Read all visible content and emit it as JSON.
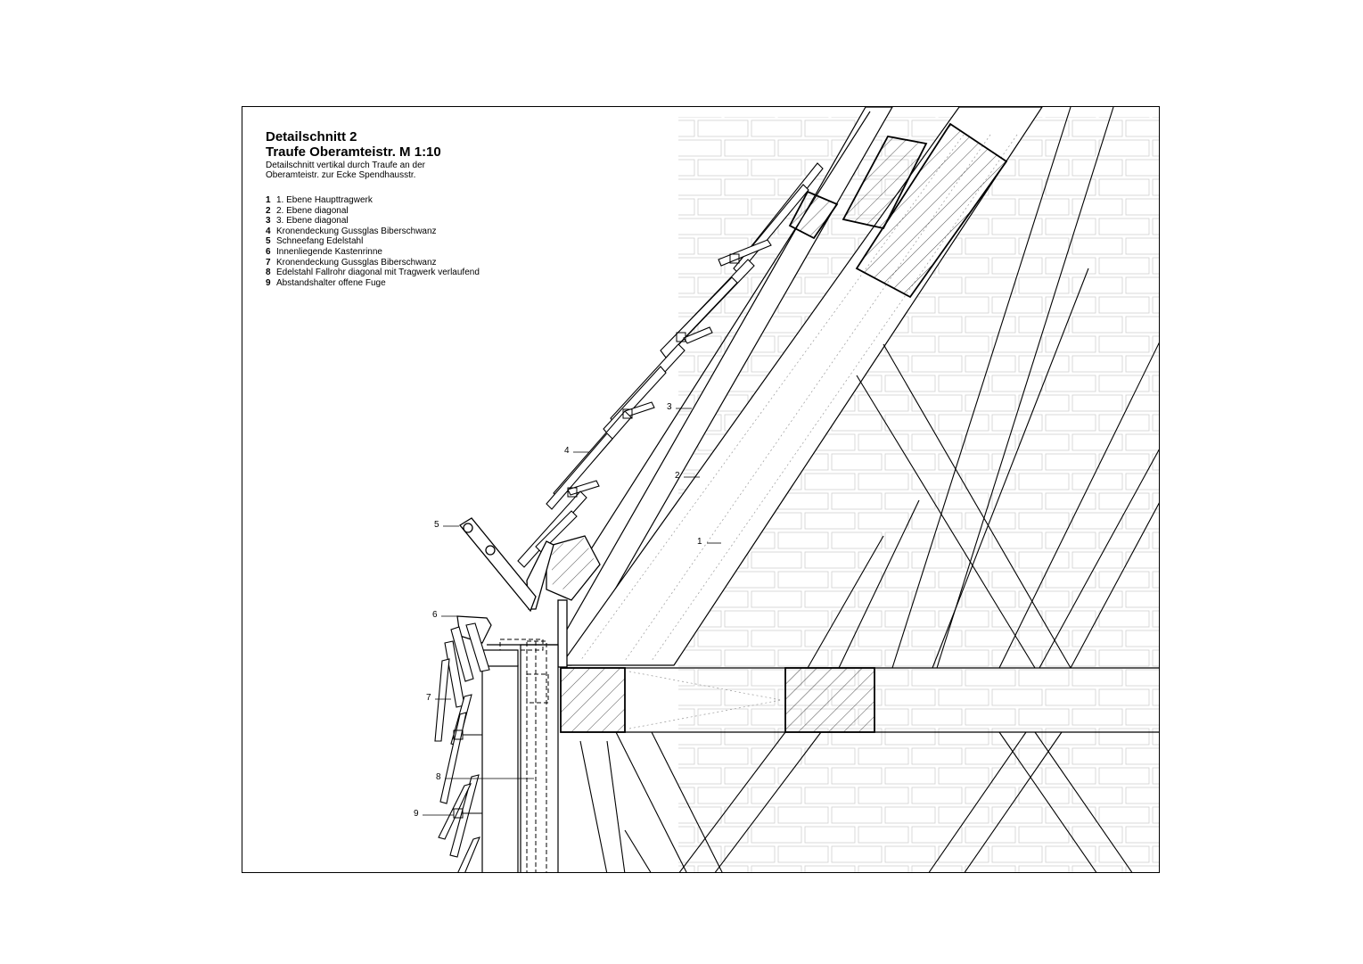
{
  "header": {
    "title": "Detailschnitt 2",
    "subtitle": "Traufe Oberamteistr. M 1:10",
    "description_line1": "Detailschnitt vertikal durch Traufe an der",
    "description_line2": "Oberamteistr. zur Ecke Spendhausstr."
  },
  "legend": [
    {
      "num": "1",
      "label": "1. Ebene Haupttragwerk"
    },
    {
      "num": "2",
      "label": "2. Ebene diagonal"
    },
    {
      "num": "3",
      "label": "3. Ebene diagonal"
    },
    {
      "num": "4",
      "label": "Kronendeckung Gussglas Biberschwanz"
    },
    {
      "num": "5",
      "label": "Schneefang Edelstahl"
    },
    {
      "num": "6",
      "label": "Innenliegende Kastenrinne"
    },
    {
      "num": "7",
      "label": "Kronendeckung Gussglas Biberschwanz"
    },
    {
      "num": "8",
      "label": "Edelstahl Fallrohr diagonal mit Tragwerk verlaufend"
    },
    {
      "num": "9",
      "label": "Abstandshalter offene Fuge"
    }
  ],
  "callouts": {
    "c1": "1",
    "c2": "2",
    "c3": "3",
    "c4": "4",
    "c5": "5",
    "c6": "6",
    "c7": "7",
    "c8": "8",
    "c9": "9"
  }
}
